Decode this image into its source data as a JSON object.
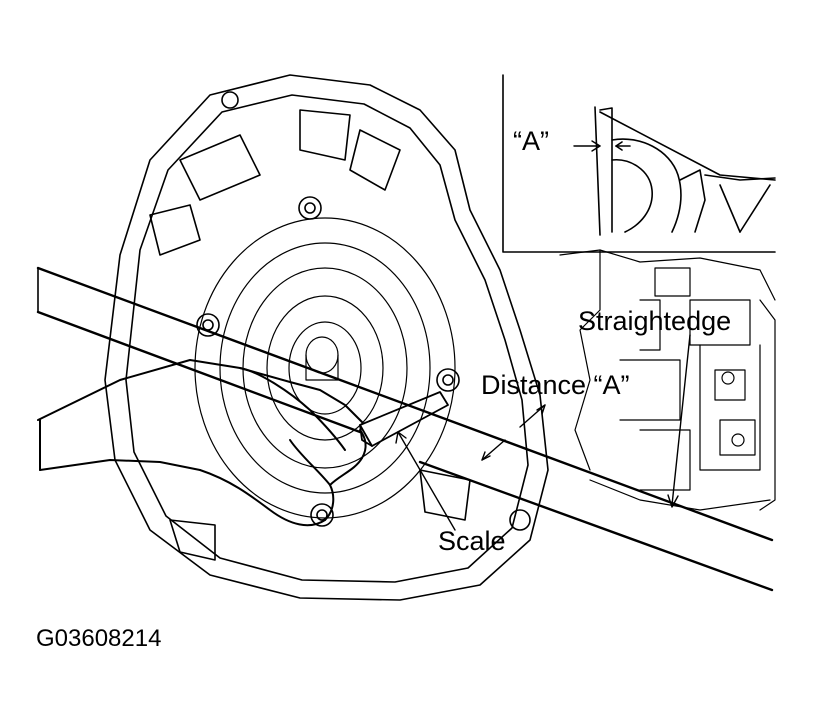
{
  "labels": {
    "inset_a": "“A”",
    "straightedge": "Straightedge",
    "distance_a": "Distance  “A”",
    "scale": "Scale"
  },
  "figure_code": "G03608214",
  "colors": {
    "ink": "#000000",
    "background": "#ffffff"
  }
}
